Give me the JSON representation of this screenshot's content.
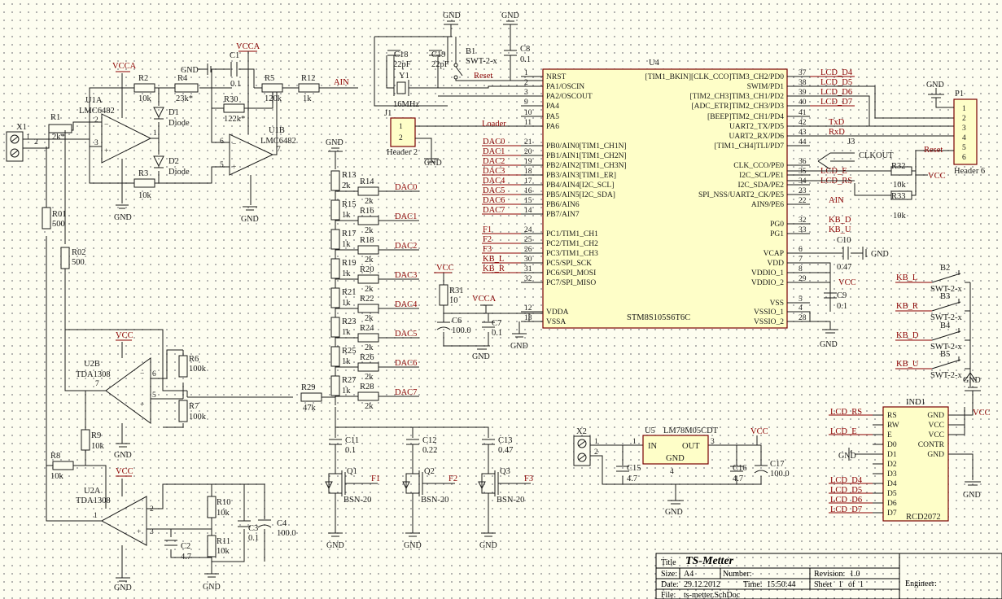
{
  "nets": {
    "ain": "AIN",
    "gnd": "GND",
    "vcc": "VCC",
    "vcca": "VCCA",
    "dac": [
      "DAC0",
      "DAC1",
      "DAC2",
      "DAC3",
      "DAC4",
      "DAC5",
      "DAC6",
      "DAC7"
    ],
    "f": [
      "F1",
      "F2",
      "F3"
    ],
    "kb": [
      "KB_L",
      "KB_R",
      "KB_D",
      "KB_U"
    ],
    "lcd_d": [
      "LCD_D4",
      "LCD_D5",
      "LCD_D6",
      "LCD_D7"
    ],
    "lcd_e": "LCD_E",
    "lcd_rs": "LCD_RS",
    "txd": "TxD",
    "rxd": "RxD",
    "reset": "Reset",
    "clkout": "CLKOUT",
    "loader": "Loader"
  },
  "components": {
    "x1": "X1",
    "x2": "X2",
    "r1": "R1",
    "r1v": "2k*",
    "r01": "R01",
    "r01v": "500",
    "r02": "R02",
    "r02v": "500",
    "u1a": "U1A",
    "u1b": "U1B",
    "lmc": "LMC6482",
    "r2": "R2",
    "r2v": "10k",
    "r3": "R3",
    "r3v": "10k",
    "r4": "R4",
    "r4v": "23k*",
    "r5": "R5",
    "r5v": "120k",
    "r12": "R12",
    "r12v": "1k",
    "r30": "R30",
    "r30v": "122k*",
    "c1": "C1",
    "c1v": "0.1",
    "d1": "D1",
    "d2": "D2",
    "diode": "Diode",
    "u2a": "U2A",
    "u2b": "U2B",
    "tda": "TDA1308",
    "r6": "R6",
    "r6v": "100k",
    "r7": "R7",
    "r7v": "100k",
    "r8": "R8",
    "r8v": "10k",
    "r9": "R9",
    "r9v": "10k",
    "r10": "R10",
    "r10v": "10k",
    "r11": "R11",
    "r11v": "10k",
    "r29": "R29",
    "r29v": "47k",
    "c2": "C2",
    "c2v": "4.7",
    "c3": "C3",
    "c3v": "0.1",
    "c4": "C4",
    "c4v": "100.0",
    "ladder_v": [
      "R13",
      "R15",
      "R17",
      "R19",
      "R21",
      "R23",
      "R25",
      "R27"
    ],
    "ladder_h": [
      "R14",
      "R16",
      "R18",
      "R20",
      "R22",
      "R24",
      "R26",
      "R28"
    ],
    "r2k": "2k",
    "r1k": "1k",
    "c11": "C11",
    "c11v": "0.1",
    "c12": "C12",
    "c12v": "0.22",
    "c13": "C13",
    "c13v": "0.47",
    "q1": "Q1",
    "q2": "Q2",
    "q3": "Q3",
    "bsn": "BSN-20",
    "c18": "C18",
    "c18v": "22pF",
    "c19": "C19",
    "c19v": "22pF",
    "y1": "Y1",
    "y1v": "16MHz",
    "c8": "C8",
    "c8v": "0.1",
    "b1": "B1",
    "swt": "SWT-2-x",
    "j1": "J1",
    "j1v": "Header 2",
    "j3": "J3",
    "r31": "R31",
    "r31v": "10",
    "c6": "C6",
    "c6v": "100.0",
    "c7": "C7",
    "c7v": "0.1",
    "u4": "U4",
    "u4v": "STM8S105S6T6C",
    "c10": "C10",
    "c10v": "0.47",
    "c9": "C9",
    "c9v": "0.1",
    "r32": "R32",
    "r32v": "10k",
    "r33": "R33",
    "r33v": "10k",
    "p1": "P1",
    "p1v": "Header 6",
    "b2": "B2",
    "b3": "B3",
    "b4": "B4",
    "b5": "B5",
    "ind1": "IND1",
    "ind1v": "RCD2072",
    "u5": "U5",
    "u5v": "LM78M05CDT",
    "u5in": "IN",
    "u5out": "OUT",
    "u5gnd": "GND",
    "c15": "C15",
    "c15v": "4.7",
    "c16": "C16",
    "c16v": "4.7",
    "c17": "C17",
    "c17v": "100.0"
  },
  "u4_left": [
    {
      "n": "NRST",
      "p": "1"
    },
    {
      "n": "PA1/OSCIN",
      "p": "2"
    },
    {
      "n": "PA2/OSCOUT",
      "p": "3"
    },
    {
      "n": "PA4",
      "p": "9"
    },
    {
      "n": "PA5",
      "p": "10"
    },
    {
      "n": "PA6",
      "p": "11"
    },
    {
      "n": "PB0/AIN0[TIM1_CH1N]",
      "p": "21"
    },
    {
      "n": "PB1/AIN1[TIM1_CH2N]",
      "p": "20"
    },
    {
      "n": "PB2/AIN2[TIM1_CH3N]",
      "p": "19"
    },
    {
      "n": "PB3/AIN3[TIM1_ER]",
      "p": "18"
    },
    {
      "n": "PB4/AIN4[I2C_SCL]",
      "p": "17"
    },
    {
      "n": "PB5/AIN5[I2C_SDA]",
      "p": "16"
    },
    {
      "n": "PB6/AIN6",
      "p": "15"
    },
    {
      "n": "PB7/AIN7",
      "p": "14"
    },
    {
      "n": "PC1/TIM1_CH1",
      "p": "24"
    },
    {
      "n": "PC2/TIM1_CH2",
      "p": "25"
    },
    {
      "n": "PC3/TIM1_CH3",
      "p": "26"
    },
    {
      "n": "PC5/SPI_SCK",
      "p": "30"
    },
    {
      "n": "PC6/SPI_MOSI",
      "p": "31"
    },
    {
      "n": "PC7/SPI_MISO",
      "p": "32"
    },
    {
      "n": "VDDA",
      "p": "12"
    },
    {
      "n": "VSSA",
      "p": "13"
    }
  ],
  "u4_right": [
    {
      "n": "[TIM1_BKIN][CLK_CCO]TIM3_CH2/PD0",
      "p": "37"
    },
    {
      "n": "SWIM/PD1",
      "p": "38"
    },
    {
      "n": "[TIM2_CH3]TIM3_CH1/PD2",
      "p": "39"
    },
    {
      "n": "[ADC_ETR]TIM2_CH3/PD3",
      "p": "40"
    },
    {
      "n": "[BEEP]TIM2_CH1/PD4",
      "p": "41"
    },
    {
      "n": "UART2_TX/PD5",
      "p": "42"
    },
    {
      "n": "UART2_RX/PD6",
      "p": "43"
    },
    {
      "n": "[TIM1_CH4]TLI/PD7",
      "p": "44"
    },
    {
      "n": "CLK_CCO/PE0",
      "p": "36"
    },
    {
      "n": "I2C_SCL/PE1",
      "p": "35"
    },
    {
      "n": "I2C_SDA/PE2",
      "p": "34"
    },
    {
      "n": "SPI_NSS/UART2_CK/PE5",
      "p": "23"
    },
    {
      "n": "AIN9/PE6",
      "p": "22"
    },
    {
      "n": "PG0",
      "p": "32"
    },
    {
      "n": "PG1",
      "p": "33"
    },
    {
      "n": "VCAP",
      "p": "6"
    },
    {
      "n": "VDD",
      "p": "7"
    },
    {
      "n": "VDDIO_1",
      "p": "8"
    },
    {
      "n": "VDDIO_2",
      "p": "29"
    },
    {
      "n": "VSS",
      "p": "5"
    },
    {
      "n": "VSSIO_1",
      "p": "4"
    },
    {
      "n": "VSSIO_2",
      "p": "28"
    }
  ],
  "ind1_left": [
    "RS",
    "RW",
    "E",
    "D0",
    "D1",
    "D2",
    "D3",
    "D4",
    "D5",
    "D6",
    "D7"
  ],
  "ind1_right": [
    "GND",
    "VCC",
    "VCC",
    "CONTR",
    "GND"
  ],
  "p1_pins": [
    "1",
    "2",
    "3",
    "4",
    "5",
    "6"
  ],
  "pin_nums": {
    "one": "1",
    "two": "2",
    "three": "3",
    "four": "4",
    "five": "5",
    "six": "6",
    "seven": "7"
  },
  "title_block": {
    "title_label": "Title",
    "title": "TS-Metter",
    "size_label": "Size:",
    "size": "A4",
    "number_label": "Number:",
    "revision_label": "Revision:",
    "revision": "1.0",
    "date_label": "Date:",
    "date": "29.12.2012",
    "time_label": "Time:",
    "time": "15:50:44",
    "sheet_label": "Sheet",
    "sheet": "1",
    "of_label": "of",
    "of": "1",
    "file_label": "File:",
    "file": "ts-metter.SchDoc",
    "engineer": "Engineer: "
  }
}
